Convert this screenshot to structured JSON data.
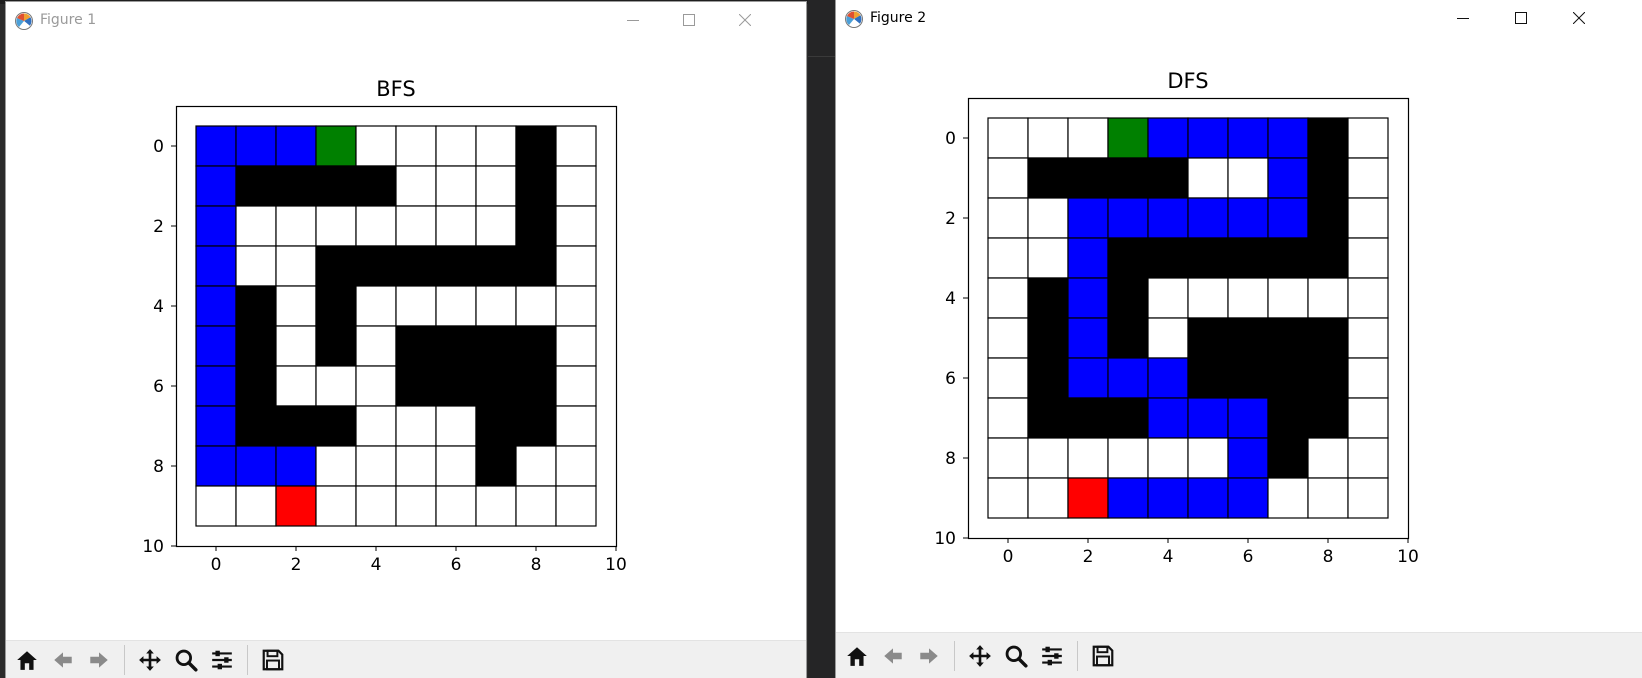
{
  "windows": [
    {
      "title": "Figure 1",
      "axes_title": "BFS",
      "ticks": [
        "0",
        "2",
        "4",
        "6",
        "8",
        "10"
      ],
      "active": false
    },
    {
      "title": "Figure 2",
      "axes_title": "DFS",
      "ticks": [
        "0",
        "2",
        "4",
        "6",
        "8",
        "10"
      ],
      "active": true
    }
  ],
  "toolbar_icons": [
    "home-icon",
    "back-arrow-icon",
    "forward-arrow-icon",
    "pan-icon",
    "zoom-icon",
    "configure-subplots-icon",
    "save-icon"
  ],
  "window_controls": [
    "minimize-icon",
    "maximize-icon",
    "close-icon"
  ],
  "colors": {
    "open": "#ffffff",
    "wall": "#000000",
    "path": "#0000ff",
    "start": "#008000",
    "goal": "#ff0000"
  },
  "chart_data": [
    {
      "type": "heatmap",
      "title": "BFS",
      "xlabel": "",
      "ylabel": "",
      "xlim": [
        -1,
        10
      ],
      "ylim": [
        10,
        -1
      ],
      "xticks": [
        0,
        2,
        4,
        6,
        8,
        10
      ],
      "yticks": [
        0,
        2,
        4,
        6,
        8,
        10
      ],
      "grid": [
        "PPPS....W.",
        "PWWWW...W.",
        "P.......W.",
        "P..WWWWWW.",
        "PW.W......",
        "PW.W.WWWW.",
        "PW...WWWW.",
        "PWWW...WW.",
        "PPP....W..",
        "..G......."
      ],
      "legend_codes": {
        ".": "open",
        "W": "wall",
        "P": "path",
        "S": "start",
        "G": "goal"
      }
    },
    {
      "type": "heatmap",
      "title": "DFS",
      "xlabel": "",
      "ylabel": "",
      "xlim": [
        -1,
        10
      ],
      "ylim": [
        10,
        -1
      ],
      "xticks": [
        0,
        2,
        4,
        6,
        8,
        10
      ],
      "yticks": [
        0,
        2,
        4,
        6,
        8,
        10
      ],
      "grid": [
        "...SPPPPW.",
        ".WWWW..PW.",
        "..PPPPPPW.",
        "..PWWWWWW.",
        ".WPW......",
        ".WPW.WWWW.",
        ".WPPPWWWW.",
        ".WWWPPPWW.",
        "......PW..",
        "..GPPPP..."
      ],
      "legend_codes": {
        ".": "open",
        "W": "wall",
        "P": "path",
        "S": "start",
        "G": "goal"
      }
    }
  ]
}
